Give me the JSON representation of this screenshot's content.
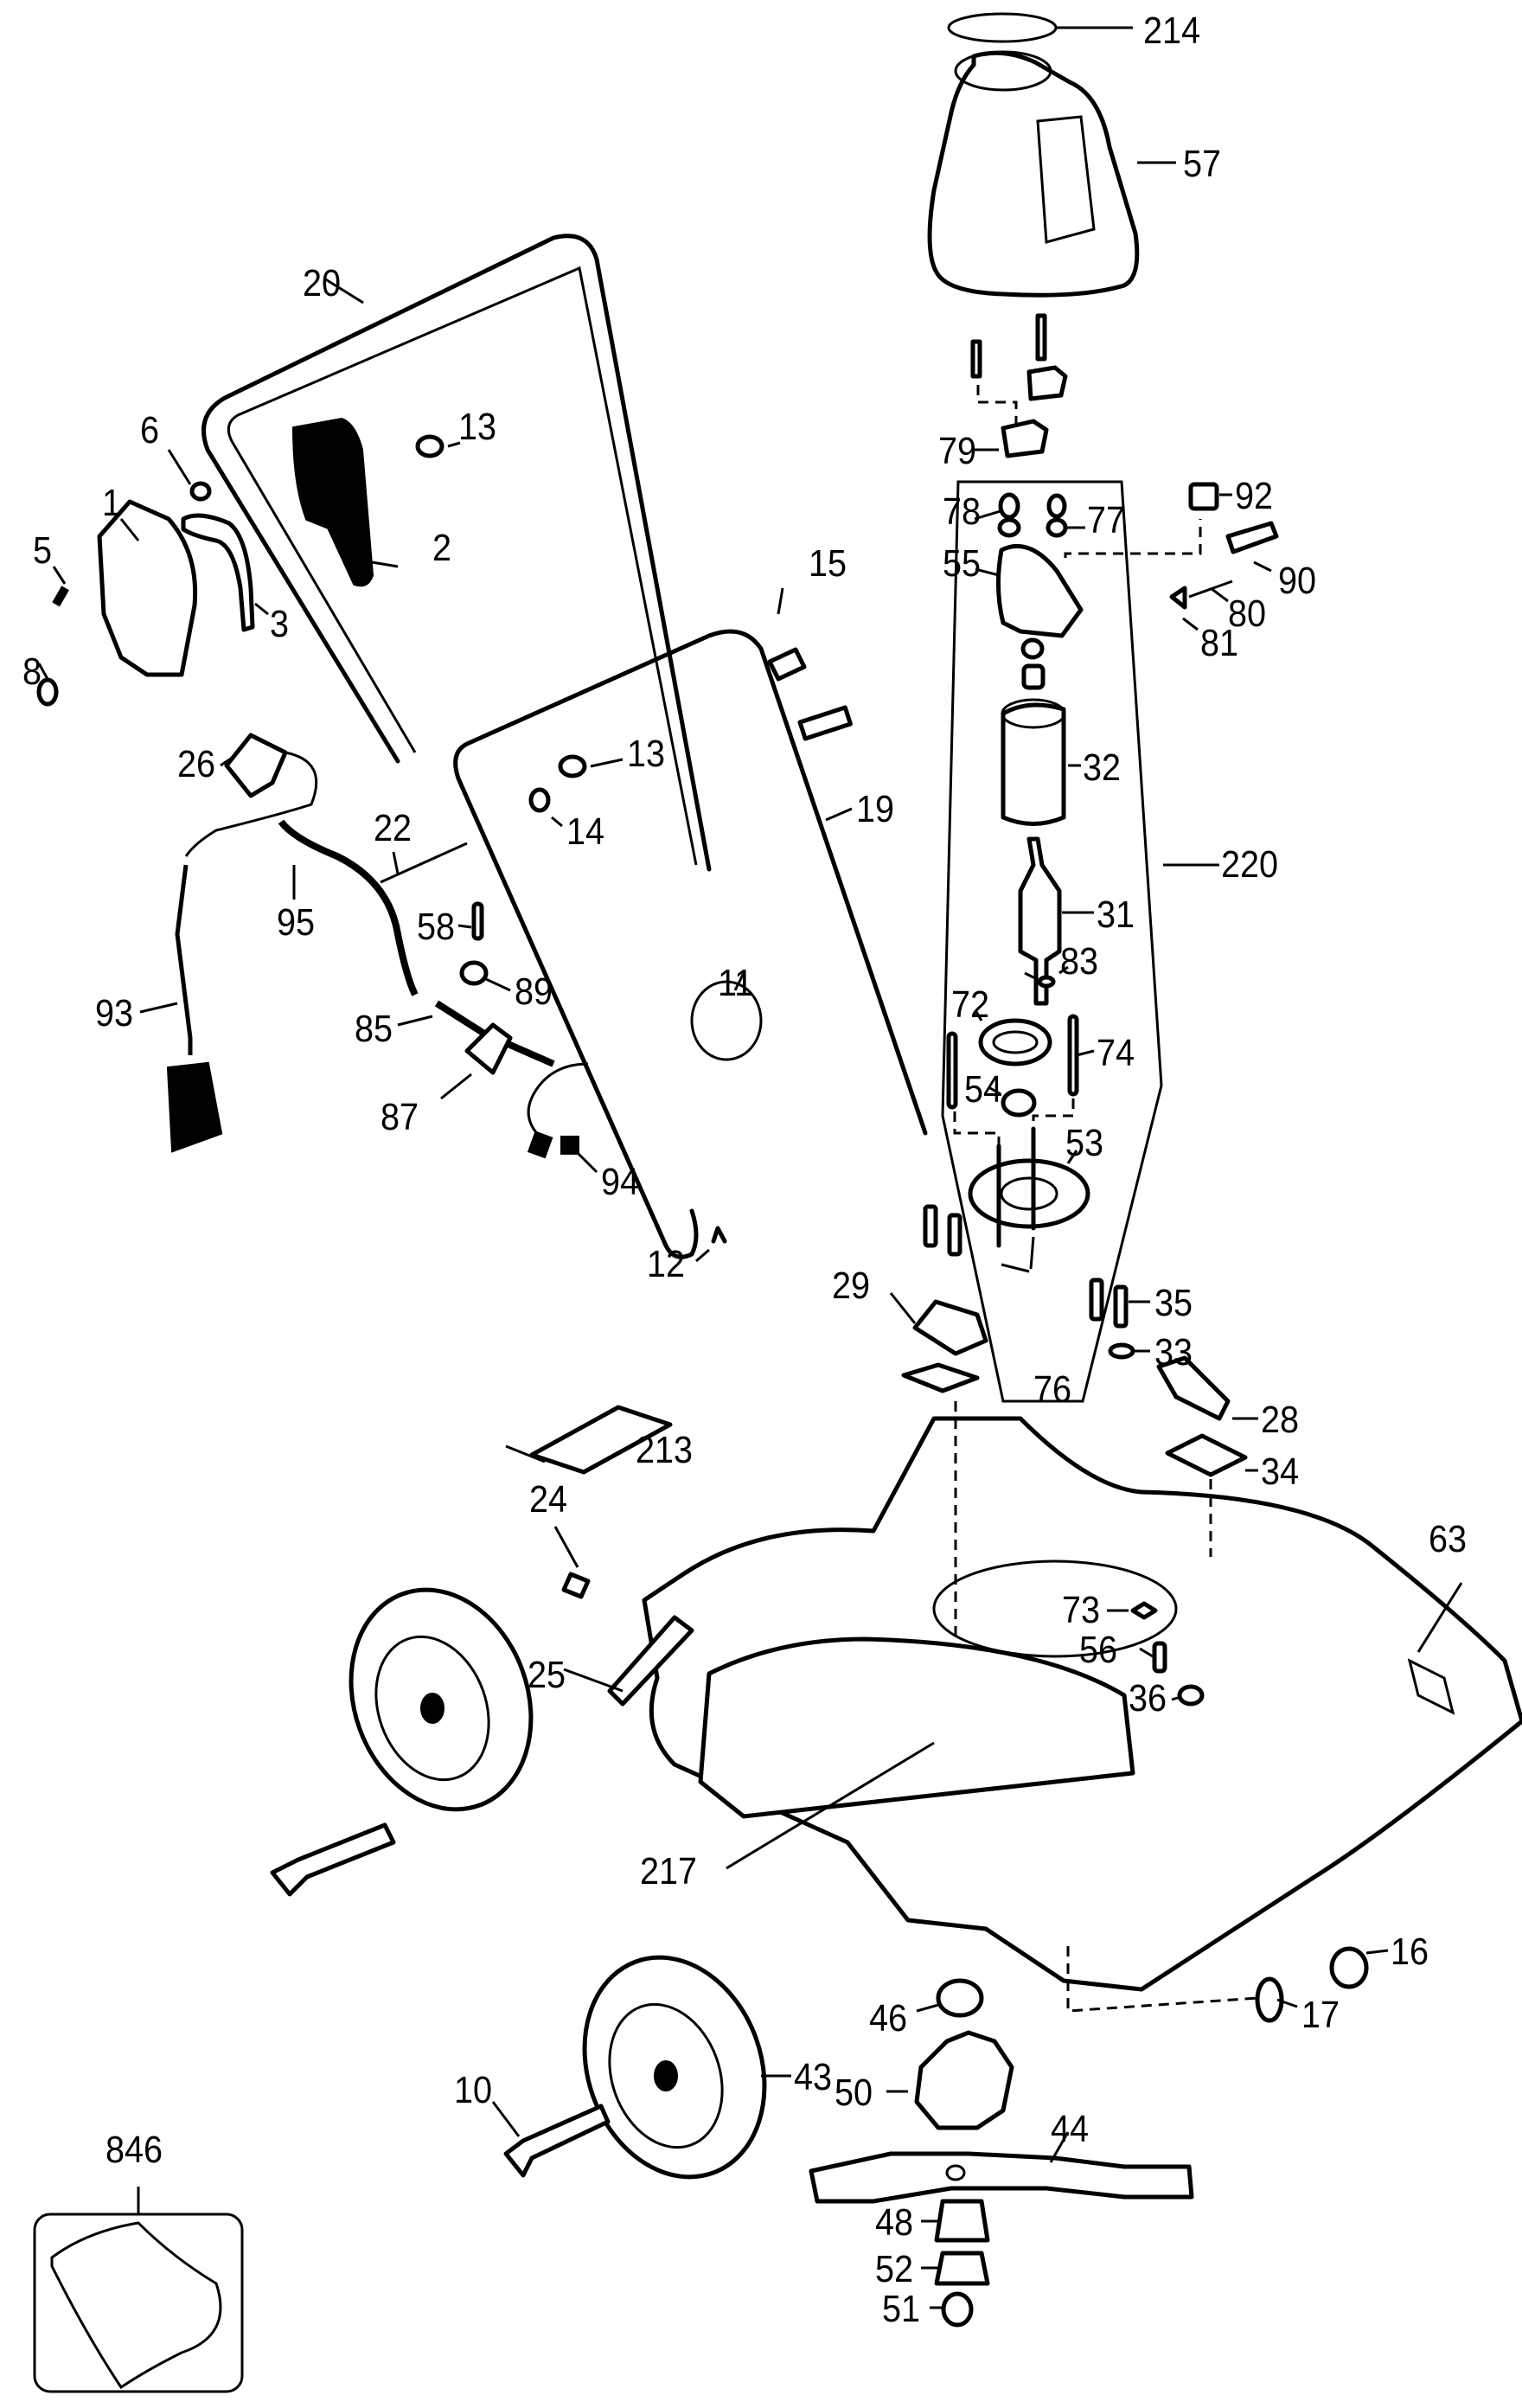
{
  "diagram": {
    "title": "Electric Lawn Mower Exploded Parts Diagram",
    "part_labels": [
      "214",
      "57",
      "79",
      "78",
      "77",
      "55",
      "92",
      "90",
      "80",
      "81",
      "32",
      "220",
      "31",
      "83",
      "72",
      "74",
      "54",
      "53",
      "35",
      "33",
      "28",
      "34",
      "76",
      "29",
      "20",
      "13",
      "6",
      "1",
      "5",
      "8",
      "3",
      "2",
      "26",
      "15",
      "19",
      "14",
      "22",
      "95",
      "58",
      "89",
      "93",
      "85",
      "11",
      "87",
      "94",
      "12",
      "213",
      "24",
      "63",
      "73",
      "56",
      "36",
      "25",
      "217",
      "16",
      "17",
      "46",
      "43",
      "10",
      "50",
      "44",
      "48",
      "52",
      "51",
      "846"
    ],
    "labels": {
      "l214": "214",
      "l57": "57",
      "l79": "79",
      "l78": "78",
      "l77": "77",
      "l55": "55",
      "l92": "92",
      "l90": "90",
      "l80": "80",
      "l81": "81",
      "l32": "32",
      "l220": "220",
      "l31": "31",
      "l83": "83",
      "l72": "72",
      "l74": "74",
      "l54": "54",
      "l53": "53",
      "l35": "35",
      "l33": "33",
      "l28": "28",
      "l34": "34",
      "l76": "76",
      "l29": "29",
      "l20": "20",
      "l13a": "13",
      "l13b": "13",
      "l6": "6",
      "l1": "1",
      "l5": "5",
      "l8": "8",
      "l3": "3",
      "l2": "2",
      "l26": "26",
      "l15": "15",
      "l19": "19",
      "l14": "14",
      "l22": "22",
      "l95": "95",
      "l58": "58",
      "l89": "89",
      "l93": "93",
      "l85": "85",
      "l11": "11",
      "l87": "87",
      "l94": "94",
      "l12": "12",
      "l213": "213",
      "l24": "24",
      "l63": "63",
      "l73": "73",
      "l56": "56",
      "l36": "36",
      "l25": "25",
      "l217": "217",
      "l16": "16",
      "l17": "17",
      "l46": "46",
      "l43": "43",
      "l10": "10",
      "l50": "50",
      "l44": "44",
      "l48": "48",
      "l52": "52",
      "l51": "51",
      "l846": "846"
    }
  }
}
